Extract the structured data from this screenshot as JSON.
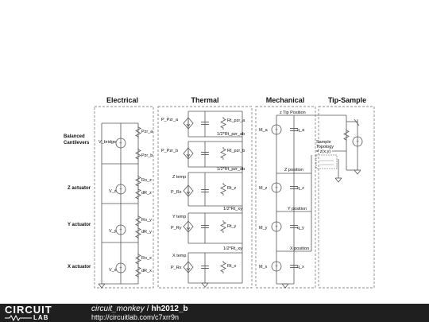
{
  "sections": {
    "electrical": "Electrical",
    "thermal": "Thermal",
    "mechanical": "Mechanical",
    "tip_sample": "Tip-Sample"
  },
  "electrical": {
    "row_labels": [
      "Balanced",
      "Cantilevers",
      "Z actuator",
      "Y actuator",
      "X actuator"
    ],
    "sources": [
      "V_bridge",
      "V_z",
      "V_y",
      "V_x"
    ],
    "components": [
      "Pzr_a",
      "Pzr_b",
      "Ro_z",
      "dR_z",
      "Ro_y",
      "dR_y",
      "Ro_x",
      "dR_x"
    ]
  },
  "thermal": {
    "sources": [
      "P_Pzr_a",
      "P_Pzr_b",
      "P_Rz",
      "P_Ry",
      "P_Rx"
    ],
    "temps": [
      "Z temp",
      "Y temp",
      "X temp"
    ],
    "resistors": [
      "Rt_pzr_a",
      "1/2*Rt_pzr_ab",
      "Rt_pzr_b",
      "1/2*Rt_pzr_ab",
      "Rt_z",
      "1/2*Rt_xy",
      "Rt_y",
      "1/2*Rt_xy",
      "Rt_x"
    ]
  },
  "mechanical": {
    "sources": [
      "M_a",
      "M_z",
      "M_y",
      "M_x"
    ],
    "caps": [
      "q_a",
      "q_z",
      "q_y",
      "q_x"
    ],
    "nodes": [
      "z Tip Position",
      "Z position",
      "Y position",
      "X position"
    ]
  },
  "tip_sample": {
    "topology_lines": [
      "Sample",
      "Topology",
      "= z(x,y)"
    ]
  },
  "footer": {
    "logo_top": "CIRCUIT",
    "logo_bottom": "LAB",
    "user": "circuit_monkey",
    "separator": "/",
    "circuit_name": "hh2012_b",
    "url": "http://circuitlab.com/c7xrr9n"
  }
}
